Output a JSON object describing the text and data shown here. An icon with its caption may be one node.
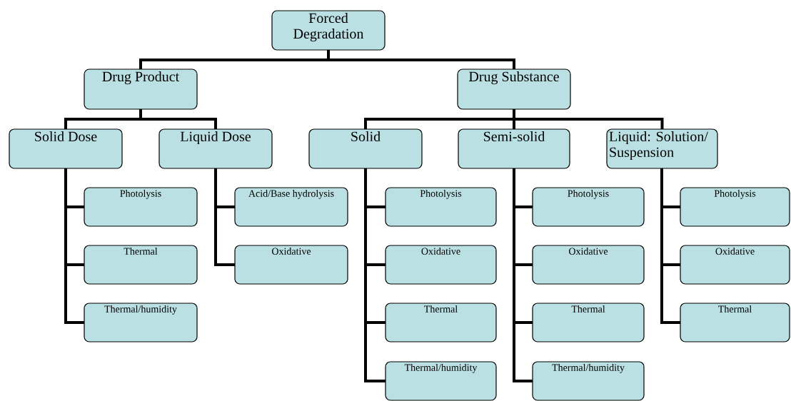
{
  "diagram": {
    "nodes": [
      {
        "text": [
          "Forced Degradation"
        ]
      },
      {
        "text": [
          "Drug Product"
        ]
      },
      {
        "text": [
          "Drug Substance"
        ]
      },
      {
        "text": [
          "Solid Dose"
        ]
      },
      {
        "text": [
          "Liquid Dose"
        ]
      },
      {
        "text": [
          "Solid"
        ]
      },
      {
        "text": [
          "Semi-solid"
        ]
      },
      {
        "text": [
          "Liquid: Solution/ Suspension"
        ]
      },
      {
        "text": [
          "Photolysis"
        ]
      },
      {
        "text": [
          "Thermal"
        ]
      },
      {
        "text": [
          "Thermal/humidity"
        ]
      },
      {
        "text": [
          "Acid/Base hydrolysis"
        ]
      },
      {
        "text": [
          "Oxidative"
        ]
      },
      {
        "text": [
          "Photolysis"
        ]
      },
      {
        "text": [
          "Oxidative"
        ]
      },
      {
        "text": [
          "Thermal"
        ]
      },
      {
        "text": [
          "Thermal/humidity"
        ]
      },
      {
        "text": [
          "Photolysis"
        ]
      },
      {
        "text": [
          "Oxidative"
        ]
      },
      {
        "text": [
          "Thermal"
        ]
      },
      {
        "text": [
          "Thermal/humidity"
        ]
      },
      {
        "text": [
          "Photolysis"
        ]
      },
      {
        "text": [
          "Oxidative"
        ]
      },
      {
        "text": [
          "Thermal"
        ]
      }
    ],
    "edges": [
      {
        "from": 0,
        "to": 1,
        "arrow": "none"
      },
      {
        "from": 0,
        "to": 2,
        "arrow": "none"
      },
      {
        "from": 1,
        "to": 3,
        "arrow": "none"
      },
      {
        "from": 1,
        "to": 4,
        "arrow": "none"
      },
      {
        "from": 2,
        "to": 5,
        "arrow": "none"
      },
      {
        "from": 2,
        "to": 6,
        "arrow": "none"
      },
      {
        "from": 2,
        "to": 7,
        "arrow": "none"
      },
      {
        "from": 3,
        "to": 8,
        "arrow": "none"
      },
      {
        "from": 3,
        "to": 9,
        "arrow": "none"
      },
      {
        "from": 3,
        "to": 10,
        "arrow": "none"
      },
      {
        "from": 4,
        "to": 11,
        "arrow": "none"
      },
      {
        "from": 4,
        "to": 12,
        "arrow": "none"
      },
      {
        "from": 5,
        "to": 13,
        "arrow": "none"
      },
      {
        "from": 5,
        "to": 14,
        "arrow": "none"
      },
      {
        "from": 5,
        "to": 15,
        "arrow": "none"
      },
      {
        "from": 5,
        "to": 16,
        "arrow": "none"
      },
      {
        "from": 6,
        "to": 17,
        "arrow": "none"
      },
      {
        "from": 6,
        "to": 18,
        "arrow": "none"
      },
      {
        "from": 6,
        "to": 19,
        "arrow": "none"
      },
      {
        "from": 6,
        "to": 20,
        "arrow": "none"
      },
      {
        "from": 7,
        "to": 21,
        "arrow": "none"
      },
      {
        "from": 7,
        "to": 22,
        "arrow": "none"
      },
      {
        "from": 7,
        "to": 23,
        "arrow": "none"
      }
    ]
  }
}
